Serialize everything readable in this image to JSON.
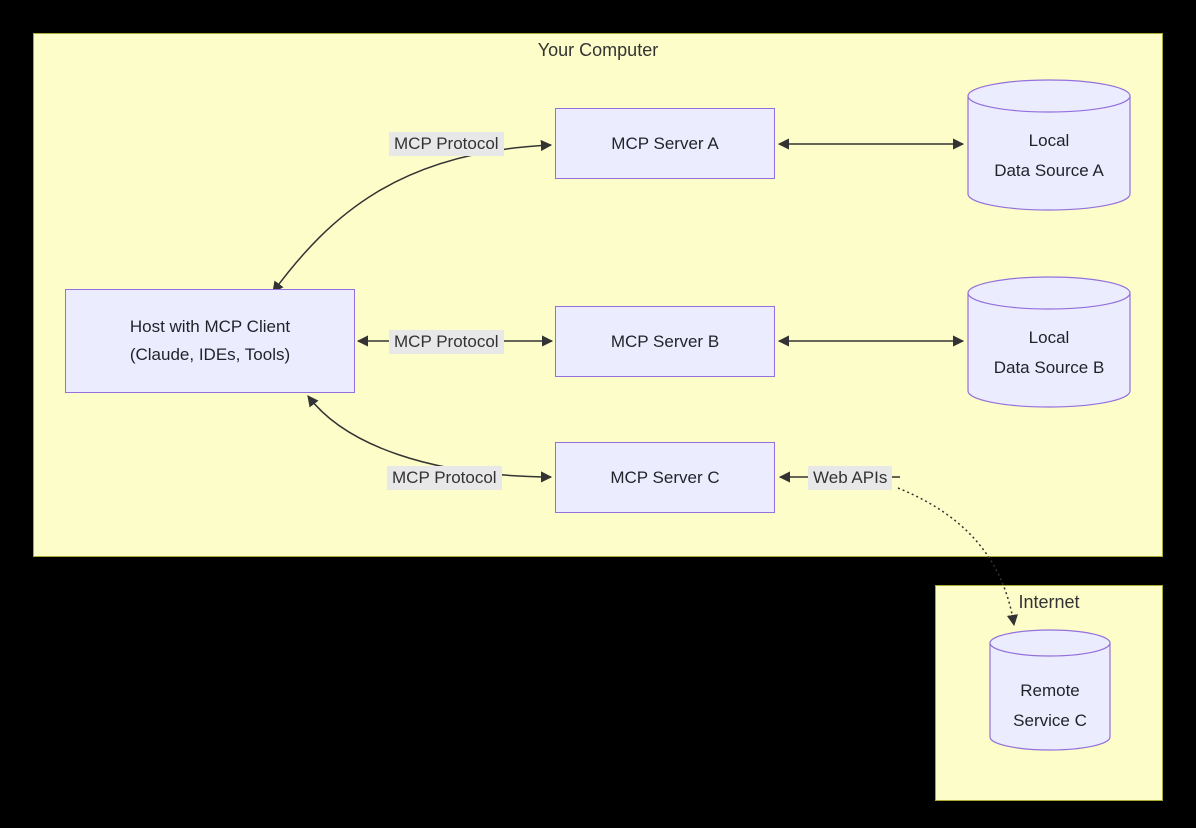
{
  "colors": {
    "canvas_background": "#000000",
    "subgraph_fill": "#fdfdca",
    "subgraph_border": "#aaaa33",
    "node_fill": "#ECECFF",
    "node_border": "#9370DB",
    "edge_stroke": "#333333",
    "edge_label_background": "#e8e8e8"
  },
  "your_computer": {
    "title": "Your Computer",
    "host": {
      "line1": "Host with MCP Client",
      "line2": "(Claude, IDEs, Tools)"
    },
    "server_a": "MCP Server A",
    "server_b": "MCP Server B",
    "server_c": "MCP Server C",
    "data_source_a": {
      "line1": "Local",
      "line2": "Data Source A"
    },
    "data_source_b": {
      "line1": "Local",
      "line2": "Data Source B"
    },
    "labels": {
      "protocol_a": "MCP Protocol",
      "protocol_b": "MCP Protocol",
      "protocol_c": "MCP Protocol",
      "web_apis": "Web APIs"
    }
  },
  "internet": {
    "title": "Internet",
    "remote_service_c": {
      "line1": "Remote",
      "line2": "Service C"
    }
  }
}
